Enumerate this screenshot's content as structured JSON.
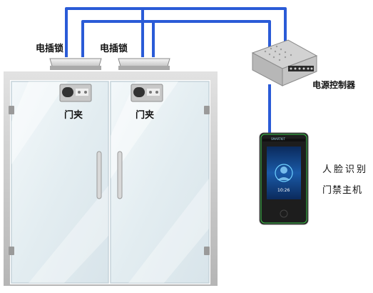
{
  "labels": {
    "lock_left": "电插锁",
    "lock_right": "电插锁",
    "clamp_left": "门夹",
    "clamp_right": "门夹",
    "power_controller": "电源控制器",
    "face_terminal_line1": "人脸识别",
    "face_terminal_line2": "门禁主机"
  },
  "screen": {
    "brand": "SMARTKIT",
    "time": "10:26"
  },
  "colors": {
    "wire": "#2a5bd7",
    "door_frame": "#c9c9c9",
    "glass": "#e8f1f4",
    "terminal_body": "#1d1d1d",
    "terminal_accent": "#3cc84a"
  },
  "icons": {
    "fingerprint": "fingerprint-icon"
  }
}
